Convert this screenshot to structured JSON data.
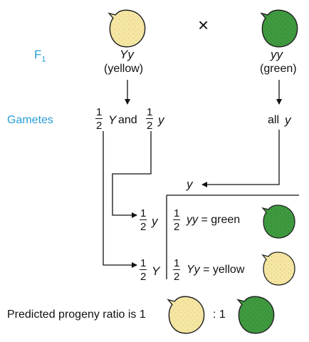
{
  "cross_symbol": "×",
  "generation_label": "F",
  "generation_sub": "1",
  "parents": {
    "left": {
      "genotype": "Yy",
      "phenotype": "(yellow)"
    },
    "right": {
      "genotype": "yy",
      "phenotype": "(green)"
    }
  },
  "gametes": {
    "label": "Gametes",
    "left": {
      "frac_num": "1",
      "frac_den": "2",
      "allele_1": "Y",
      "joiner": "and",
      "allele_2": "y"
    },
    "right": {
      "prefix": "all",
      "allele": "y"
    }
  },
  "punnett": {
    "column_allele": "y",
    "rows": [
      {
        "frac_num": "1",
        "frac_den": "2",
        "gamete": "y",
        "prog_frac_num": "1",
        "prog_frac_den": "2",
        "prog_genotype": "yy",
        "prog_text": " = green"
      },
      {
        "frac_num": "1",
        "frac_den": "2",
        "gamete": "Y",
        "prog_frac_num": "1",
        "prog_frac_den": "2",
        "prog_genotype": "Yy",
        "prog_text": " = yellow"
      }
    ]
  },
  "ratio": {
    "prefix": "Predicted progeny ratio is 1",
    "middle": ": 1"
  },
  "colors": {
    "yellow_pea": "#f5e6a3",
    "green_pea": "#3f9a3f",
    "accent_blue": "#2a9fd6"
  }
}
